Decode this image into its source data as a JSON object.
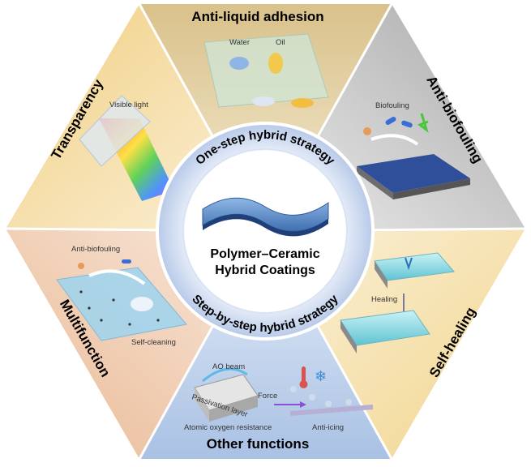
{
  "center": {
    "line1": "Polymer–Ceramic",
    "line2": "Hybrid Coatings",
    "ring_top": "One-step hybrid strategy",
    "ring_bottom": "Step-by-step hybrid strategy"
  },
  "segments": {
    "top": {
      "title": "Anti-liquid adhesion",
      "labels": [
        "Water",
        "Oil"
      ]
    },
    "upper_right": {
      "title": "Anti-biofouling",
      "labels": [
        "Biofouling"
      ]
    },
    "lower_right": {
      "title": "Self-healing",
      "labels": [
        "Healing"
      ]
    },
    "bottom": {
      "title": "Other functions",
      "labels": [
        "AO beam",
        "Passivation layer",
        "Force",
        "Atomic oxygen resistance",
        "Anti-icing"
      ]
    },
    "lower_left": {
      "title": "Multifunction",
      "labels": [
        "Anti-biofouling",
        "Self-cleaning"
      ]
    },
    "upper_left": {
      "title": "Transparency",
      "labels": [
        "Visible light"
      ]
    }
  },
  "colors": {
    "top": "#e2cfa1",
    "upper_right": "#c9c9c9",
    "lower_right": "#f4dfa8",
    "bottom": "#c3d3ea",
    "lower_left": "#efd1bd",
    "upper_left": "#f6e0ad",
    "ring": "#c9d7ee",
    "accent_blue": "#3a5da8"
  }
}
